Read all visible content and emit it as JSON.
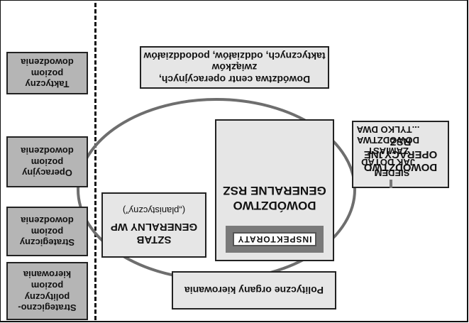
{
  "levels": [
    {
      "line1": "Taktyczny",
      "line2": "poziom",
      "line3": "dowodzenia"
    },
    {
      "line1": "Operacyjny",
      "line2": "poziom",
      "line3": "dowodzenia"
    },
    {
      "line1": "Strategiczny",
      "line2": "poziom",
      "line3": "dowodzenia"
    },
    {
      "line1": "Strategiczno-",
      "line2": "polityczny",
      "line3": "poziom",
      "line4": "kierowania"
    }
  ],
  "tactical_commands": {
    "line1": "Dowództwa centr operacyjnych, związków",
    "line2": "taktycznych, oddziałów, pododdziałów"
  },
  "operational_command": {
    "line1": "DOWÓDZTWO",
    "line2": "OPERACYJNE",
    "line3": "RSZ"
  },
  "general_command": {
    "line1": "DOWÓDZTWO",
    "line2": "GENERALNE RSZ",
    "inspectorates": "INSPEKTORATY"
  },
  "general_staff": {
    "line1": "SZTAB",
    "line2": "GENERALNY WP",
    "line3": "(„planistyczny”)"
  },
  "political_bodies": {
    "label": "Polityczne organy kierowania"
  },
  "annotation": {
    "line1": "...TYLKO DWA",
    "line2": "DOWÓDZTWA",
    "line3": "ZAMIAST",
    "line4": "JAK DOTĄD",
    "line5": "SIEDEM..."
  }
}
